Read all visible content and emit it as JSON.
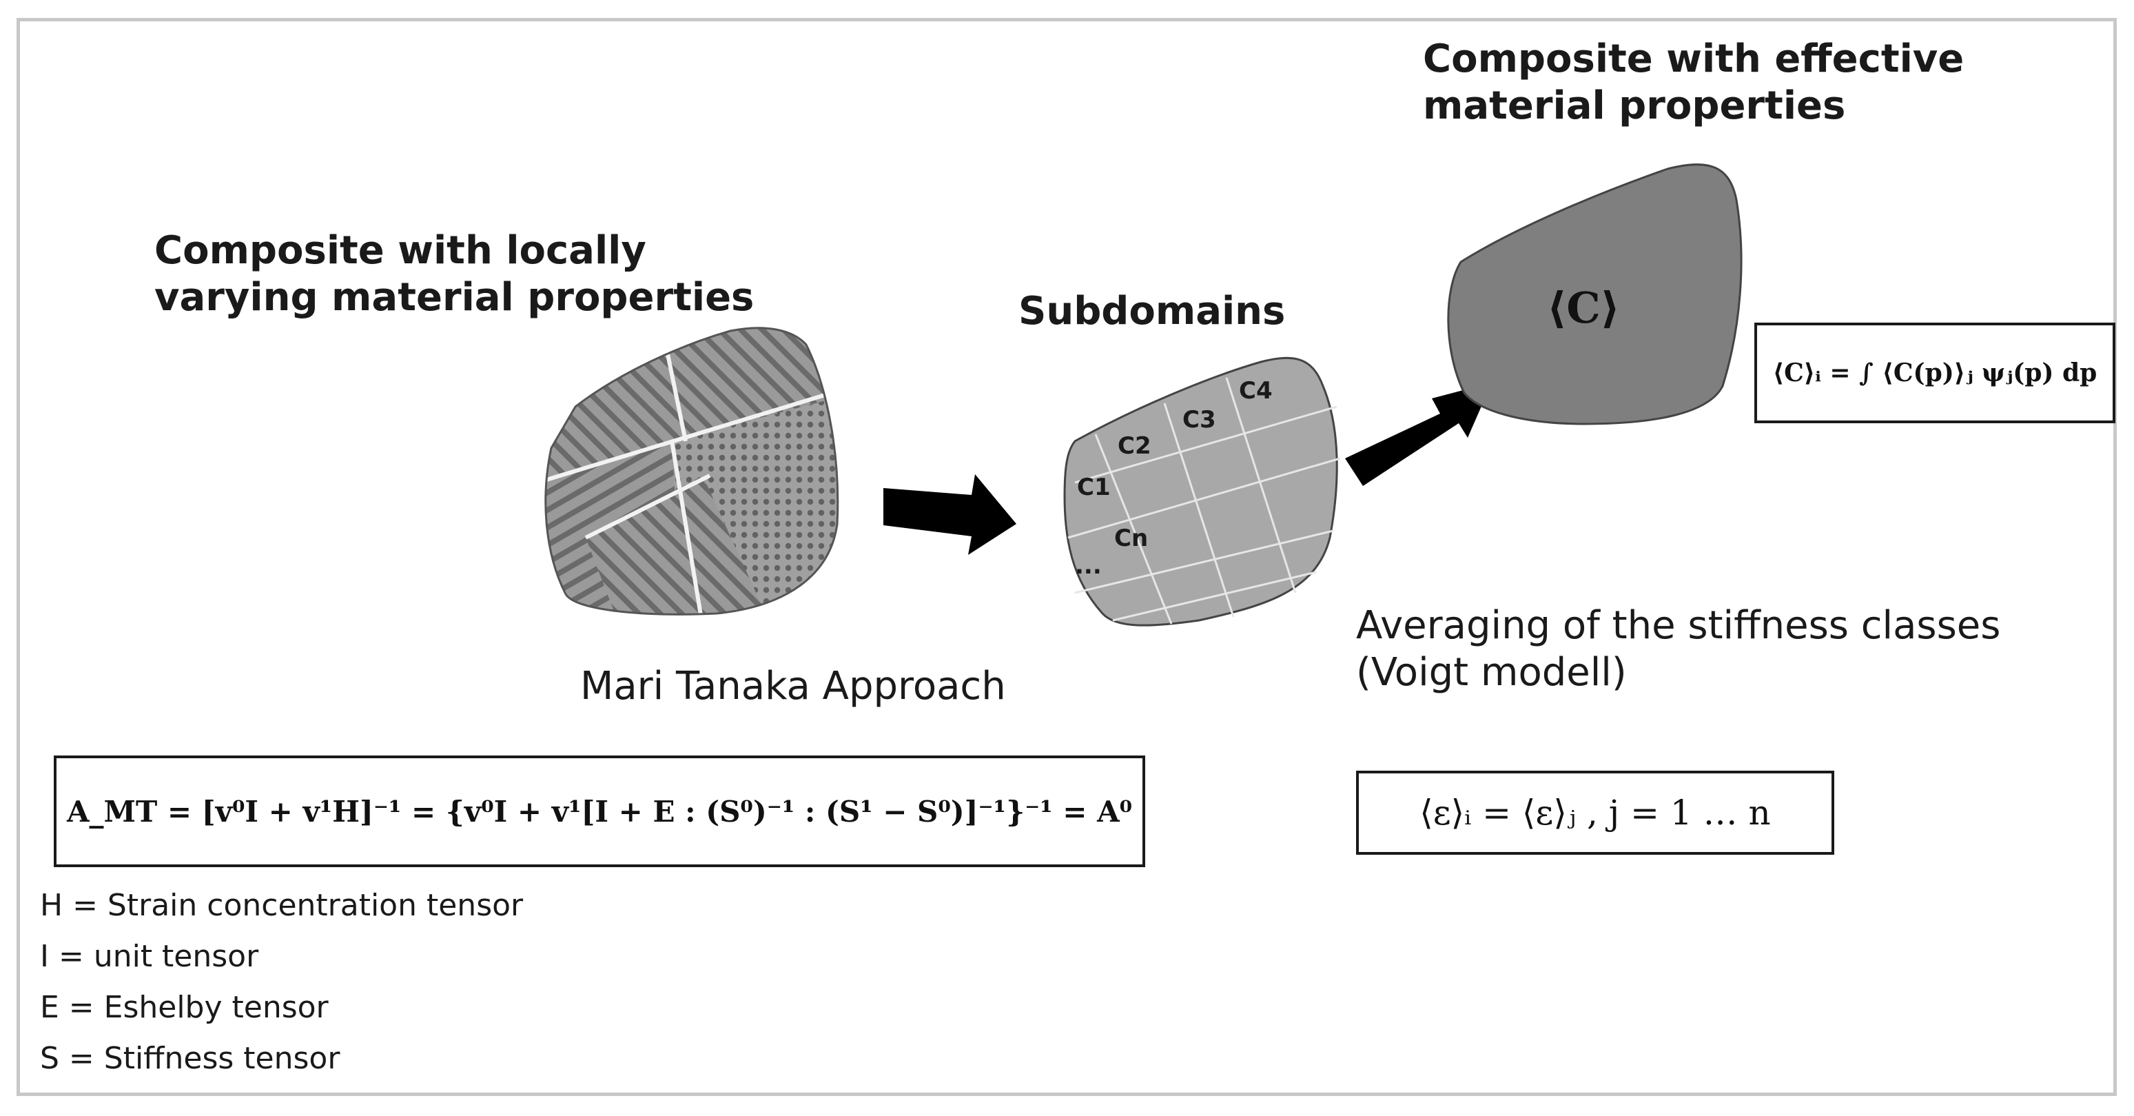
{
  "titles": {
    "local": [
      "Composite with locally",
      "varying material properties"
    ],
    "subdomains": "Subdomains",
    "effective": [
      "Composite with effective",
      "material properties"
    ]
  },
  "labels": {
    "approach": "Mari Tanaka Approach",
    "averaging": [
      "Averaging of the stiffness classes",
      "(Voigt modell)"
    ]
  },
  "subdomain_labels": [
    "C1",
    "C2",
    "C3",
    "C4",
    "Cn",
    "..."
  ],
  "effective_symbol": "⟨C⟩",
  "formulas": {
    "mori_tanaka": "A_MT = [v⁰I + v¹H]⁻¹ = {v⁰I + v¹[I + E : (S⁰)⁻¹ : (S¹ − S⁰)]⁻¹}⁻¹ = A⁰",
    "voigt_strain": "⟨ε⟩ᵢ = ⟨ε⟩ⱼ ,    j = 1 … n",
    "effective_stiffness": "⟨C⟩ᵢ = ∫ ⟨C(p)⟩ⱼ ψⱼ(p) dp"
  },
  "legend": [
    "H = Strain concentration tensor",
    "I = unit tensor",
    "E = Eshelby tensor",
    "S = Stiffness tensor"
  ],
  "colors": {
    "micro": "#8f8f8f",
    "subdomain": "#a8a8a8",
    "effective": "#7f7f7f",
    "arrow": "#000000",
    "frame": "#c8c8c8"
  }
}
